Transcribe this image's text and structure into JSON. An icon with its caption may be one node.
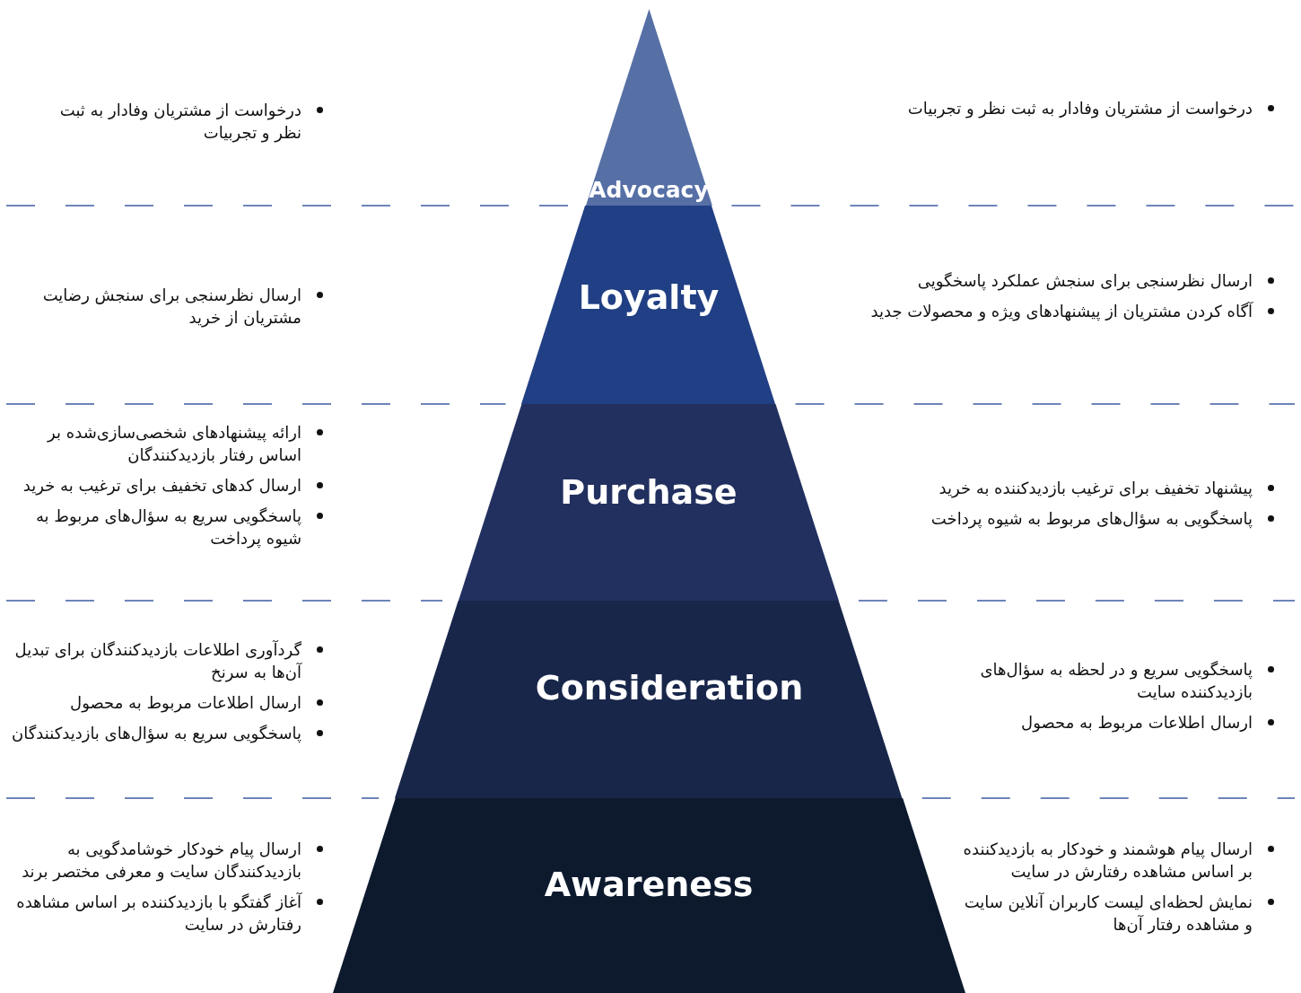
{
  "diagram": {
    "nodes": [
      {
        "text": [
          "Advocacy"
        ]
      },
      {
        "text": [
          "Loyalty"
        ]
      },
      {
        "text": [
          "Purchase"
        ]
      },
      {
        "text": [
          "Consideration"
        ]
      },
      {
        "text": [
          "Awareness"
        ]
      }
    ],
    "labels": [
      "درخواست از مشتریان وفادار به ثبت نظر و تجربیات",
      "درخواست از مشتریان وفادار به ثبت نظر و تجربیات",
      "ارسال نظرسنجی برای سنجش عملکرد پاسخگویی",
      "آگاه کردن مشتریان از پیشنهادهای ویژه و محصولات جدید",
      "ارسال نظرسنجی برای سنجش رضایت مشتریان از خرید",
      "پیشنهاد تخفیف برای ترغیب بازدیدکننده به خرید",
      "پاسخگویی به سؤال‌های مربوط به شیوه پرداخت",
      "ارائه پیشنهادهای شخصی‌سازی‌شده بر اساس رفتار بازدیدکنندگان",
      "ارسال کدهای تخفیف برای ترغیب به خرید",
      "پاسخگویی سریع به سؤال‌های مربوط به شیوه پرداخت",
      "پاسخگویی سریع و در لحظه به سؤال‌های بازدیدکننده سایت",
      "ارسال اطلاعات مربوط به محصول",
      "گردآوری اطلاعات بازدیدکنندگان برای تبدیل آن‌ها به سرنخ",
      "ارسال اطلاعات مربوط به محصول",
      "پاسخگویی سریع به سؤال‌های بازدیدکنندگان",
      "ارسال پیام هوشمند و خودکار به بازدیدکننده بر اساس مشاهده رفتارش در سایت",
      "نمایش لحظه‌ای لیست کاربران آنلاین سایت و مشاهده رفتار آن‌ها",
      "ارسال پیام خودکار خوشامدگویی به بازدیدکنندگان سایت و معرفی مختصر برند",
      "آغاز گفتگو با بازدیدکننده بر اساس مشاهده رفتارش در سایت"
    ]
  }
}
